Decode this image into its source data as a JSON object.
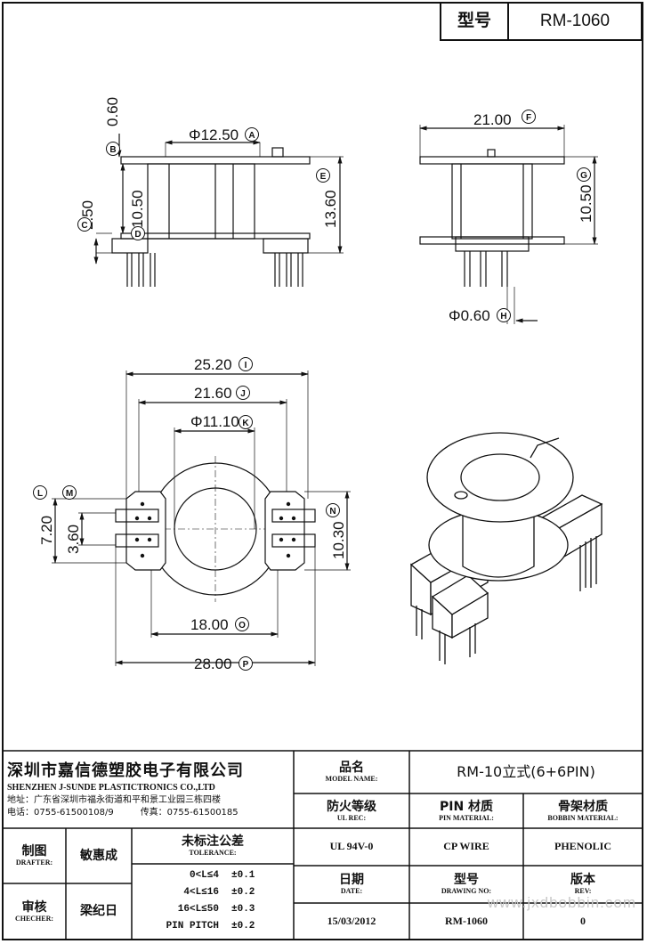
{
  "header": {
    "model_label": "型号",
    "model_value": "RM-1060"
  },
  "dimensions": {
    "front": [
      {
        "text": "0.60"
      },
      {
        "text": "Φ12.50",
        "tag": "A"
      },
      {
        "text": "2.50"
      },
      {
        "text": "10.50"
      },
      {
        "text": "13.60",
        "tag": "E"
      }
    ],
    "front_tags": {
      "b": "B",
      "c": "C",
      "d": "D"
    },
    "side": [
      {
        "text": "21.00",
        "tag": "F"
      },
      {
        "text": "10.50",
        "tag": "G"
      },
      {
        "text": "Φ0.60",
        "tag": "H"
      }
    ],
    "top": [
      {
        "text": "25.20",
        "tag": "I"
      },
      {
        "text": "21.60",
        "tag": "J"
      },
      {
        "text": "Φ11.10",
        "tag": "K"
      },
      {
        "text": "7.20",
        "tag": "L"
      },
      {
        "text": "3.60",
        "tag": "M"
      },
      {
        "text": "10.30",
        "tag": "N"
      },
      {
        "text": "18.00",
        "tag": "O"
      },
      {
        "text": "28.00",
        "tag": "P"
      }
    ]
  },
  "title_block": {
    "company_cn": "深圳市嘉信德塑胶电子有限公司",
    "company_en": "SHENZHEN J-SUNDE PLASTICTRONICS CO.,LTD",
    "address": "地址：广东省深圳市福永街道和平和景工业园三栋四楼",
    "phone": "电话：0755-61500108/9",
    "fax": "传真：0755-61500185",
    "model_name_cn": "品名",
    "model_name_en": "MODEL NAME:",
    "model_name_value": "RM-10立式(6+6PIN)",
    "ul_cn": "防火等级",
    "ul_en": "UL REC:",
    "ul_value": "UL 94V-0",
    "pin_cn": "PIN 材质",
    "pin_en": "PIN MATERIAL:",
    "pin_value": "CP WIRE",
    "bobbin_cn": "骨架材质",
    "bobbin_en": "BOBBIN MATERIAL:",
    "bobbin_value": "PHENOLIC",
    "drafter_cn": "制图",
    "drafter_en": "DRAFTER:",
    "drafter_name": "敏惠成",
    "checker_cn": "审核",
    "checker_en": "CHECHER:",
    "checker_name": "梁纪日",
    "tolerance_cn": "未标注公差",
    "tolerance_en": "TOLERANCE:",
    "tolerance_rows": [
      {
        "range": "0<L≤4",
        "tol": "±0.1"
      },
      {
        "range": "4<L≤16",
        "tol": "±0.2"
      },
      {
        "range": "16<L≤50",
        "tol": "±0.3"
      },
      {
        "range": "PIN PITCH",
        "tol": "±0.2"
      }
    ],
    "date_cn": "日期",
    "date_en": "DATE:",
    "date_value": "15/03/2012",
    "drawing_cn": "型号",
    "drawing_en": "DRAWING NO:",
    "drawing_value": "RM-1060",
    "rev_cn": "版本",
    "rev_en": "REV:",
    "rev_value": "0"
  },
  "watermark": "www.jxdbobbin.com"
}
